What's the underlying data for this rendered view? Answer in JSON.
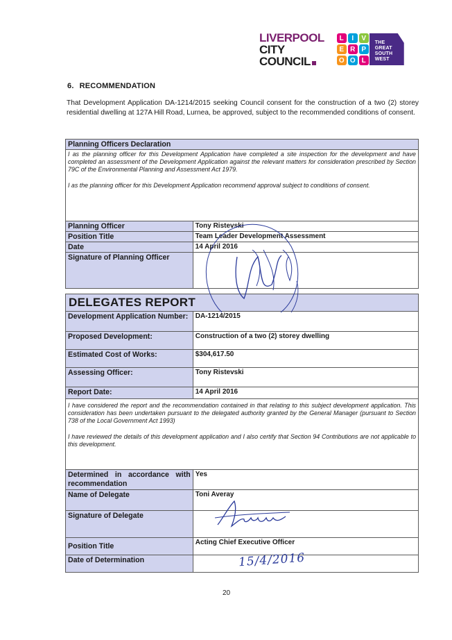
{
  "logo": {
    "line1": "LIVERPOOL",
    "line2": "CITY",
    "line3": "COUNCIL",
    "letters": [
      "L",
      "I",
      "V",
      "E",
      "R",
      "P",
      "O",
      "O",
      "L"
    ],
    "letter_colors": [
      "#e2007a",
      "#00a0dc",
      "#8cc63e",
      "#f7941d",
      "#e2007a",
      "#00a0dc",
      "#f7941d",
      "#00a0dc",
      "#e2007a"
    ],
    "badge": [
      "THE",
      "GREAT",
      "SOUTH",
      "WEST"
    ],
    "brand_color": "#7a1f6e",
    "badge_color": "#4a2a86"
  },
  "section": {
    "number": "6.",
    "title": "RECOMMENDATION",
    "body": "That Development Application DA-1214/2015 seeking Council consent for the construction of a two (2) storey residential dwelling at 127A Hill Road, Lurnea, be approved, subject to the recommended conditions of consent."
  },
  "planning_declaration": {
    "header": "Planning Officers Declaration",
    "para1": "I as the planning officer for this Development Application have completed a site inspection for the development and have completed an assessment of the Development Application against the relevant matters for consideration prescribed by Section 79C of the Environmental Planning and Assessment Act 1979.",
    "para2": "I as the planning officer for this Development Application recommend approval subject to conditions of consent.",
    "rows": [
      {
        "label": "Planning Officer",
        "value": "Tony Ristevski"
      },
      {
        "label": "Position Title",
        "value": "Team Leader Development Assessment"
      },
      {
        "label": "Date",
        "value": "14 April 2016"
      },
      {
        "label": "Signature of Planning Officer",
        "value": ""
      }
    ]
  },
  "delegates_report": {
    "title": "DELEGATES REPORT",
    "rows": [
      {
        "label": "Development Application Number:",
        "value": "DA-1214/2015"
      },
      {
        "label": "Proposed Development:",
        "value": "Construction of a two (2) storey dwelling"
      },
      {
        "label": "Estimated Cost of Works:",
        "value": "$304,617.50"
      },
      {
        "label": "Assessing Officer:",
        "value": "Tony Ristevski"
      },
      {
        "label": "Report Date:",
        "value": "14 April 2016"
      }
    ],
    "para1": "I have considered the report and the recommendation contained in that relating to this subject development application. This consideration has been undertaken pursuant to the delegated authority granted by the General Manager (pursuant to Section 738 of the Local Government Act 1993)",
    "para2": "I have reviewed the details of this development application and I also certify that Section 94 Contributions are not applicable to this development.",
    "rows2": [
      {
        "label": "Determined in accordance with recommendation",
        "value": "Yes"
      },
      {
        "label": "Name of Delegate",
        "value": "Toni Averay"
      },
      {
        "label": "Signature of Delegate",
        "value": ""
      },
      {
        "label": "Position Title",
        "value": "Acting Chief Executive Officer"
      },
      {
        "label": "Date of Determination",
        "value": ""
      }
    ],
    "handwritten_date": "15/4/2016"
  },
  "page_number": "20",
  "colors": {
    "label_fill": "#d0d3ee",
    "border": "#5a5a5a",
    "ink": "#2a3a9a"
  }
}
